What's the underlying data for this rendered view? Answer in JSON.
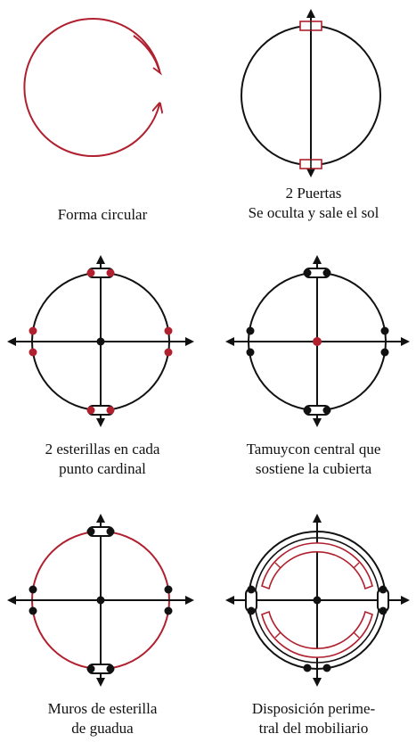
{
  "colors": {
    "stroke": "#111111",
    "accent": "#b0202e"
  },
  "panels": [
    {
      "caption": [
        "Forma circular"
      ]
    },
    {
      "caption": [
        "2 Puertas",
        "Se oculta y sale el sol"
      ]
    },
    {
      "caption": [
        "2 esterillas en cada",
        "punto cardinal"
      ]
    },
    {
      "caption": [
        "Tamuycon central que",
        "sostiene la cubierta"
      ]
    },
    {
      "caption": [
        "Muros de esterilla",
        "de guadua"
      ]
    },
    {
      "caption": [
        "Disposición perime-",
        "tral del mobiliario"
      ]
    }
  ]
}
